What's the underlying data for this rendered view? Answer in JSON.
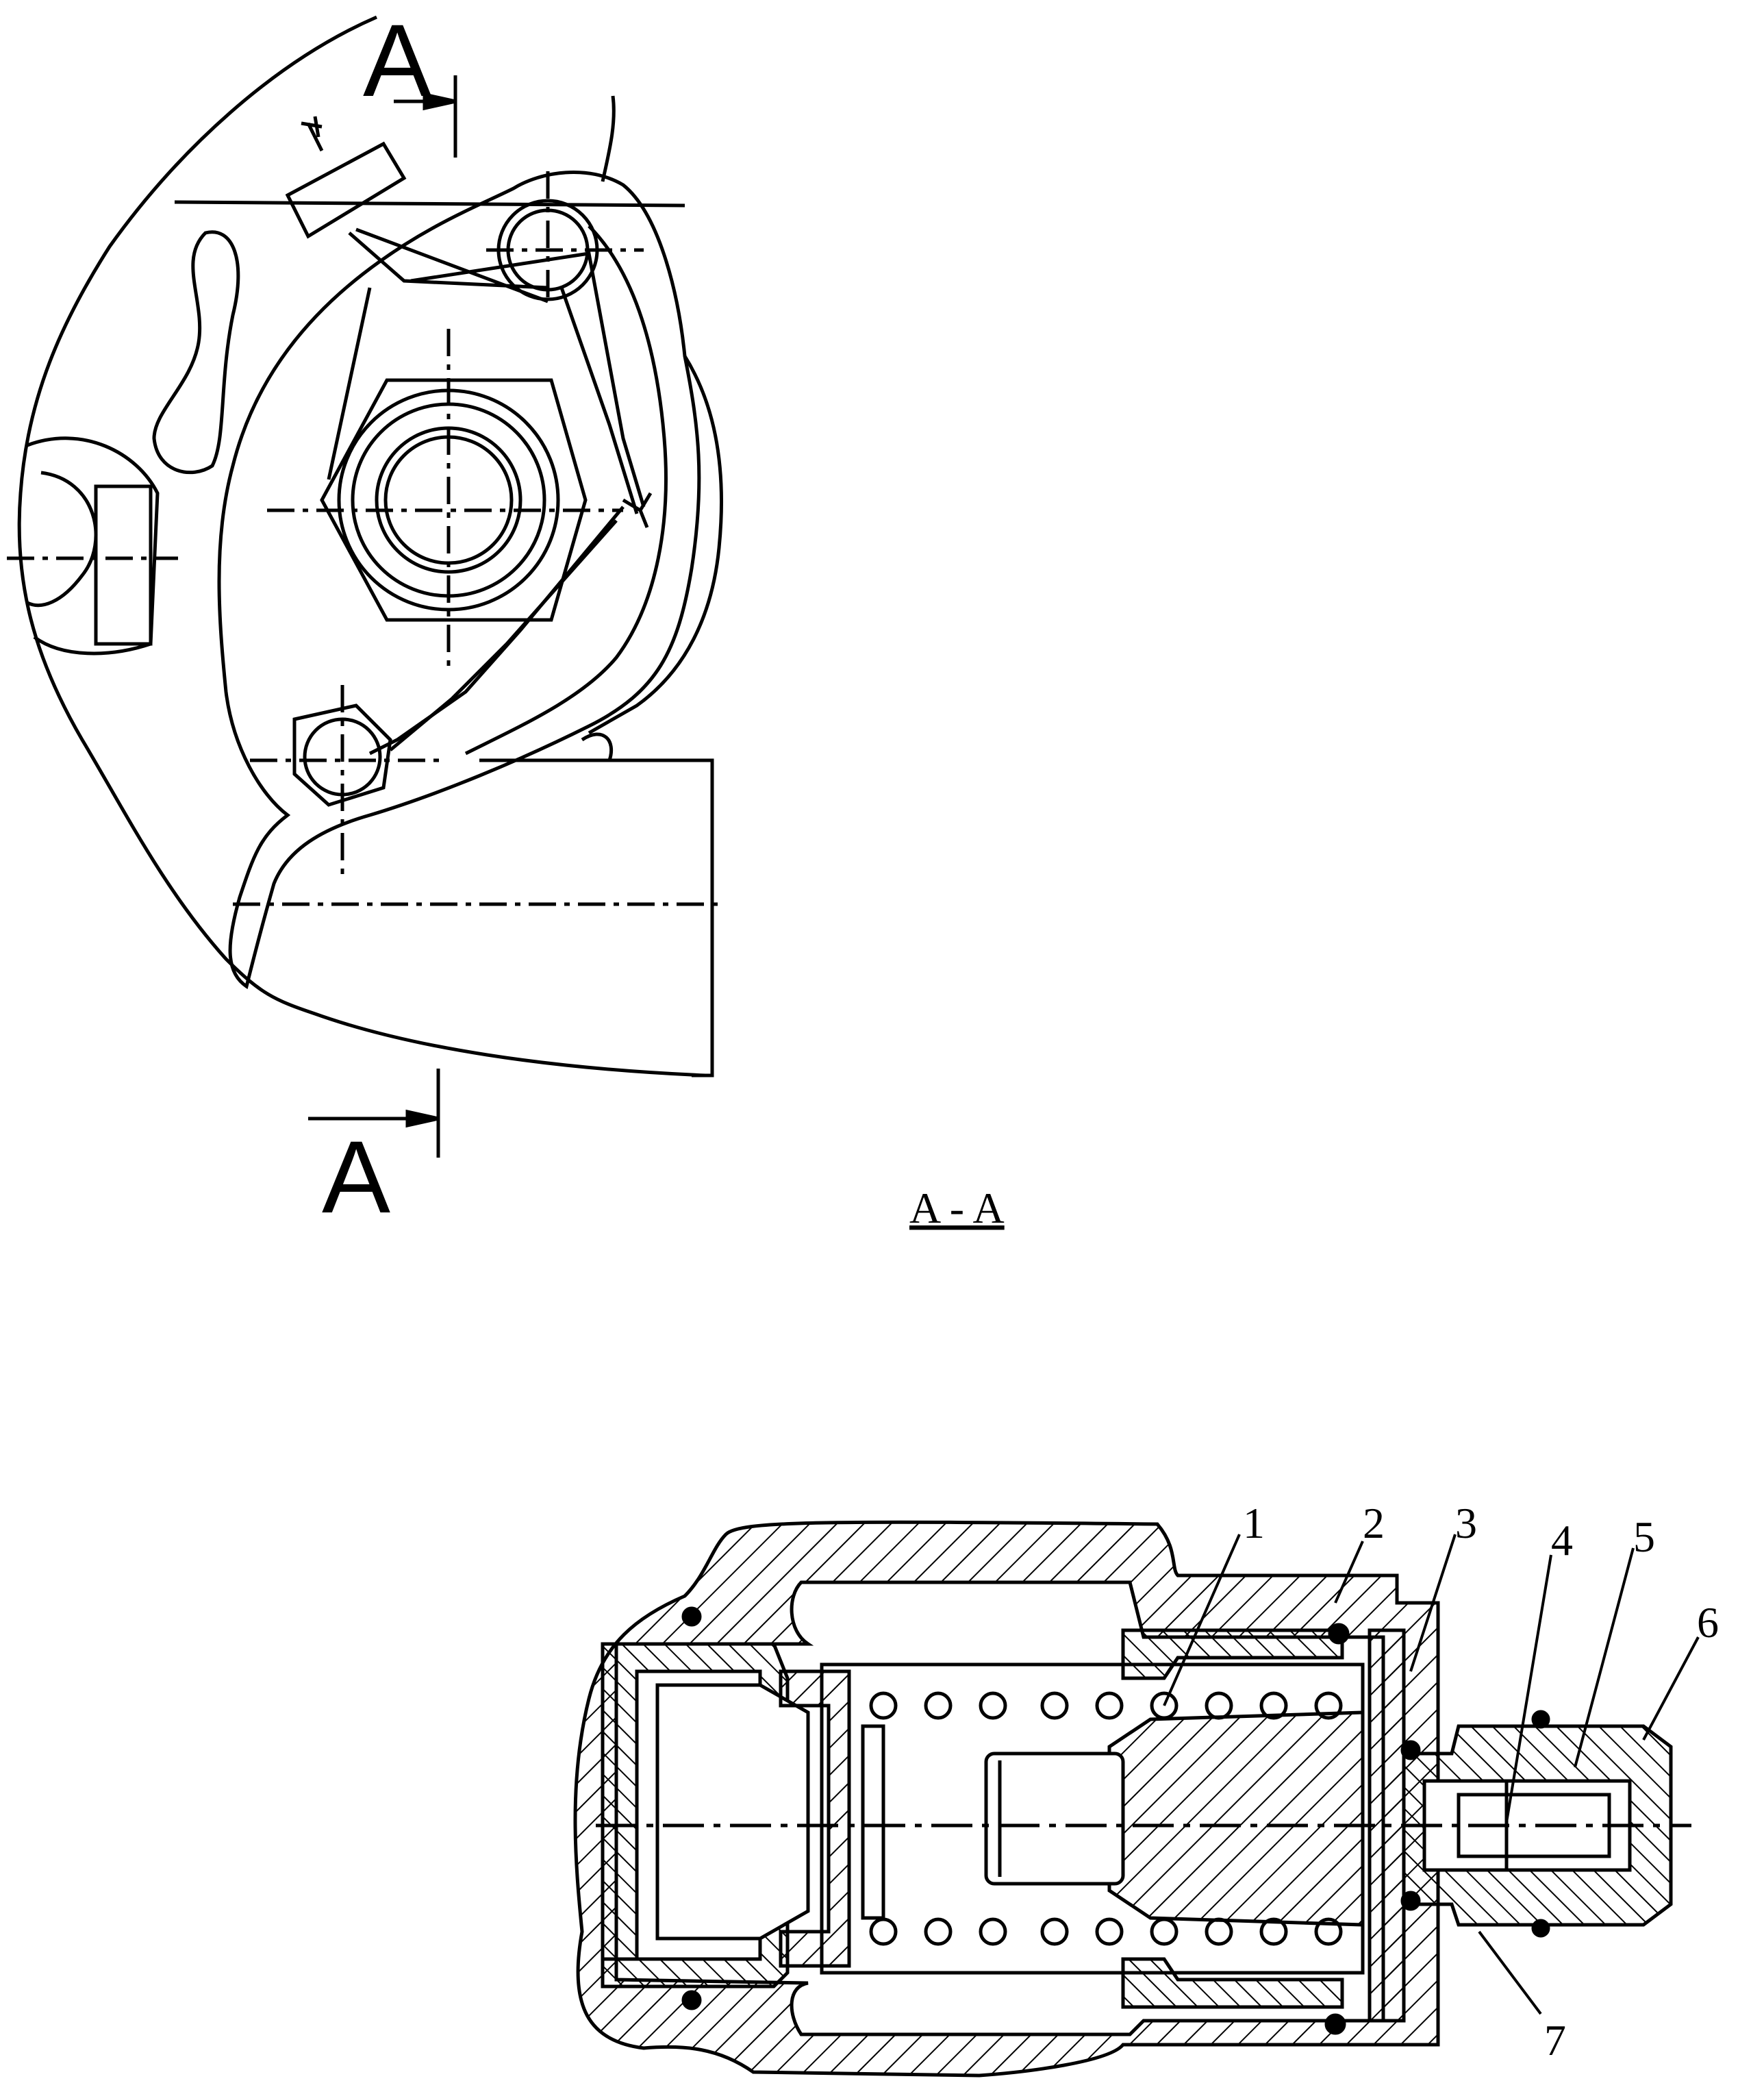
{
  "section_marker": {
    "top": "A",
    "bottom": "A"
  },
  "section_title": "A - A",
  "callouts": [
    "1",
    "2",
    "3",
    "4",
    "5",
    "6",
    "7"
  ],
  "colors": {
    "ink": "#000000",
    "paper": "#ffffff"
  }
}
